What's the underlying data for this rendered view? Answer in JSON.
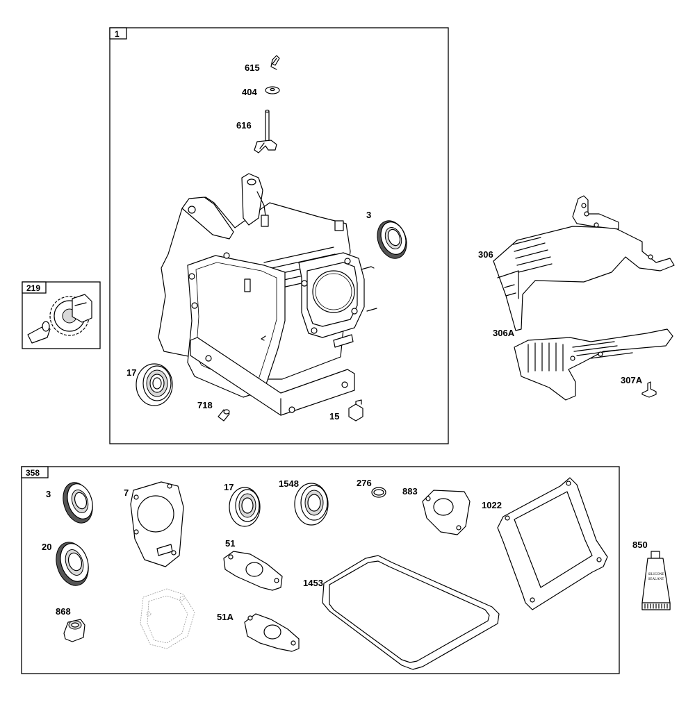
{
  "boxes": {
    "engine_block": "1",
    "governor": "219",
    "gasket_set": "358"
  },
  "labels": {
    "p615": "615",
    "p404": "404",
    "p616": "616",
    "p3_block": "3",
    "p306": "306",
    "p306a": "306A",
    "p307a": "307A",
    "p17_block": "17",
    "p718": "718",
    "p15": "15",
    "p3_set": "3",
    "p7": "7",
    "p17_set": "17",
    "p1548": "1548",
    "p276": "276",
    "p883": "883",
    "p1022": "1022",
    "p20": "20",
    "p51": "51",
    "p1453": "1453",
    "p868": "868",
    "p51a": "51A",
    "p850": "850"
  },
  "tube_text": {
    "line1": "SILICONE",
    "line2": "SEALANT"
  }
}
